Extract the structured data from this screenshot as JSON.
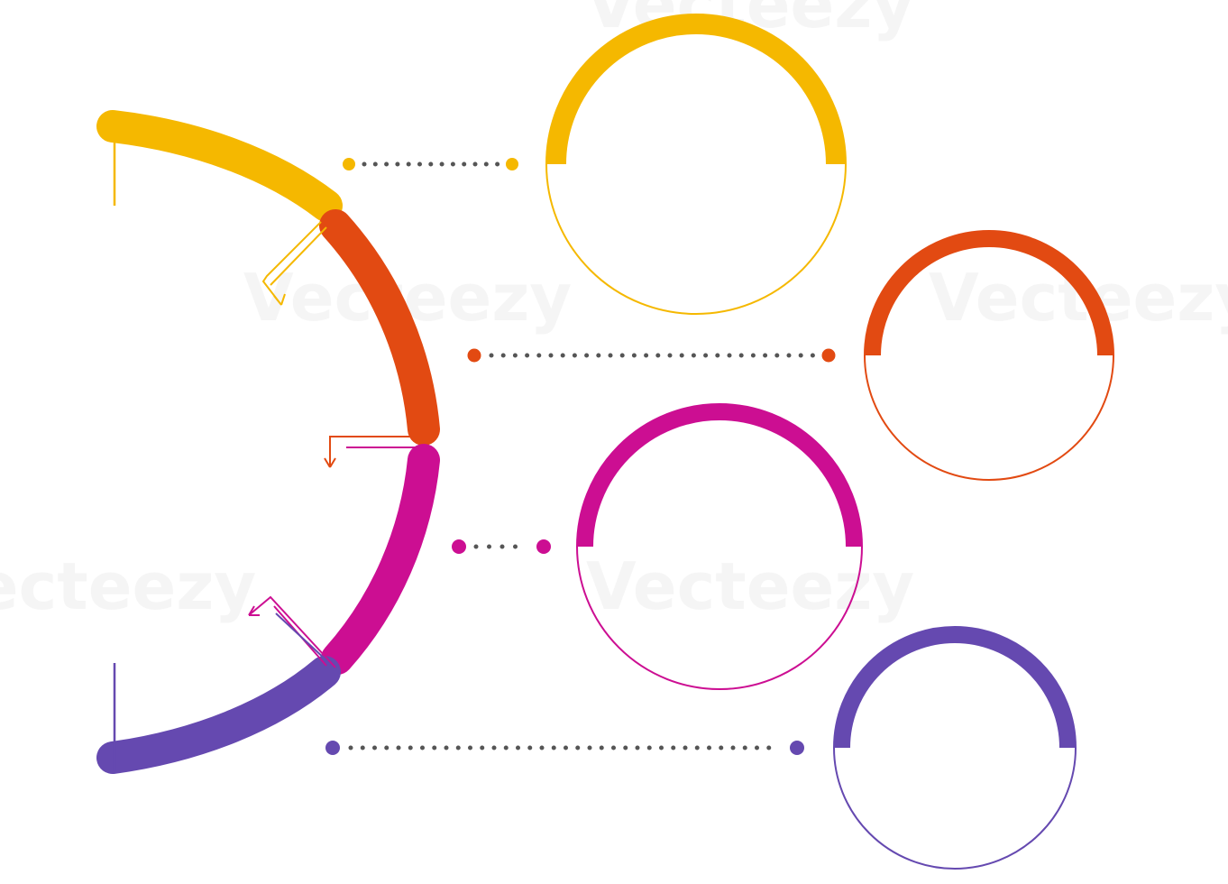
{
  "colors": {
    "yellow": "#F5B800",
    "orange": "#E24A12",
    "magenta": "#CC0E92",
    "purple": "#6549B0",
    "dots": "#555555",
    "background": "#FFFFFF"
  },
  "steps": [
    {
      "color": "#F5B800",
      "name": "step-1"
    },
    {
      "color": "#E24A12",
      "name": "step-2"
    },
    {
      "color": "#CC0E92",
      "name": "step-3"
    },
    {
      "color": "#6549B0",
      "name": "step-4"
    }
  ],
  "watermark": {
    "text": "Vecteezy"
  }
}
